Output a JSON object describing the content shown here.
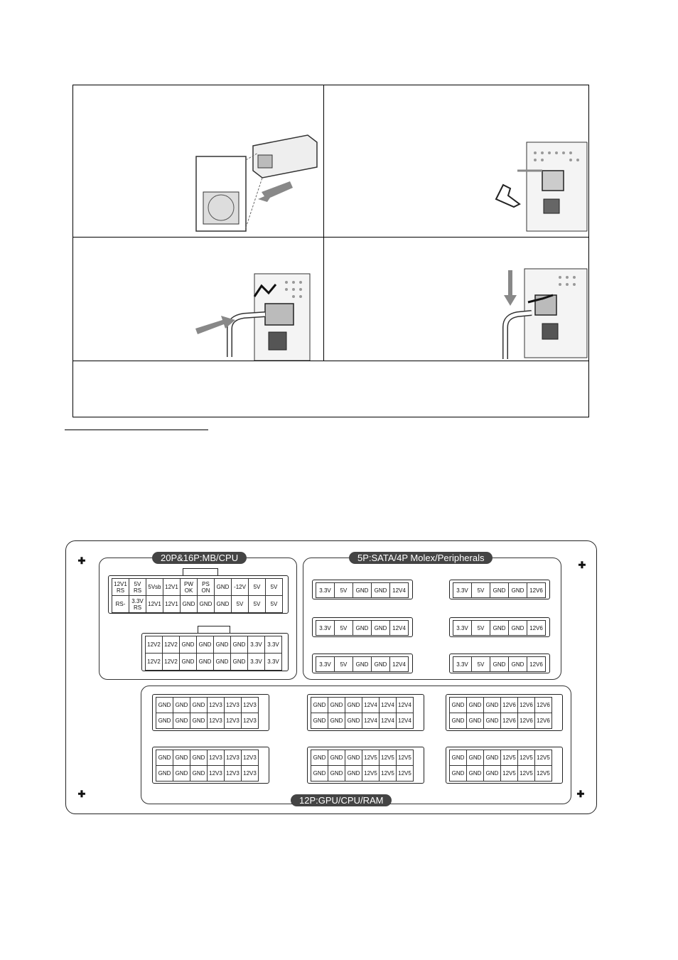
{
  "connector_diagram": {
    "labels": {
      "mb_cpu": "20P&16P:MB/CPU",
      "sata": "5P:SATA/4P Molex/Peripherals",
      "gpu": "12P:GPU/CPU/RAM"
    },
    "mb_20p": [
      [
        "12V1\nRS",
        "5V\nRS",
        "5Vsb",
        "12V1",
        "PW\nOK",
        "PS\nON",
        "GND",
        "-12V",
        "5V",
        "5V"
      ],
      [
        "RS-",
        "3.3V\nRS",
        "12V1",
        "12V1",
        "GND",
        "GND",
        "GND",
        "5V",
        "5V",
        "5V"
      ]
    ],
    "mb_16p": [
      [
        "12V2",
        "12V2",
        "GND",
        "GND",
        "GND",
        "GND",
        "3.3V",
        "3.3V"
      ],
      [
        "12V2",
        "12V2",
        "GND",
        "GND",
        "GND",
        "GND",
        "3.3V",
        "3.3V"
      ]
    ],
    "sata_left": [
      [
        "3.3V",
        "5V",
        "GND",
        "GND",
        "12V4"
      ],
      [
        "3.3V",
        "5V",
        "GND",
        "GND",
        "12V4"
      ],
      [
        "3.3V",
        "5V",
        "GND",
        "GND",
        "12V4"
      ]
    ],
    "sata_right": [
      [
        "3.3V",
        "5V",
        "GND",
        "GND",
        "12V6"
      ],
      [
        "3.3V",
        "5V",
        "GND",
        "GND",
        "12V6"
      ],
      [
        "3.3V",
        "5V",
        "GND",
        "GND",
        "12V6"
      ]
    ],
    "gpu": [
      {
        "rows": [
          [
            "GND",
            "GND",
            "GND",
            "12V3",
            "12V3",
            "12V3"
          ],
          [
            "GND",
            "GND",
            "GND",
            "12V3",
            "12V3",
            "12V3"
          ]
        ]
      },
      {
        "rows": [
          [
            "GND",
            "GND",
            "GND",
            "12V4",
            "12V4",
            "12V4"
          ],
          [
            "GND",
            "GND",
            "GND",
            "12V4",
            "12V4",
            "12V4"
          ]
        ]
      },
      {
        "rows": [
          [
            "GND",
            "GND",
            "GND",
            "12V6",
            "12V6",
            "12V6"
          ],
          [
            "GND",
            "GND",
            "GND",
            "12V6",
            "12V6",
            "12V6"
          ]
        ]
      },
      {
        "rows": [
          [
            "GND",
            "GND",
            "GND",
            "12V3",
            "12V3",
            "12V3"
          ],
          [
            "GND",
            "GND",
            "GND",
            "12V3",
            "12V3",
            "12V3"
          ]
        ]
      },
      {
        "rows": [
          [
            "GND",
            "GND",
            "GND",
            "12V5",
            "12V5",
            "12V5"
          ],
          [
            "GND",
            "GND",
            "GND",
            "12V5",
            "12V5",
            "12V5"
          ]
        ]
      },
      {
        "rows": [
          [
            "GND",
            "GND",
            "GND",
            "12V5",
            "12V5",
            "12V5"
          ],
          [
            "GND",
            "GND",
            "GND",
            "12V5",
            "12V5",
            "12V5"
          ]
        ]
      }
    ]
  }
}
